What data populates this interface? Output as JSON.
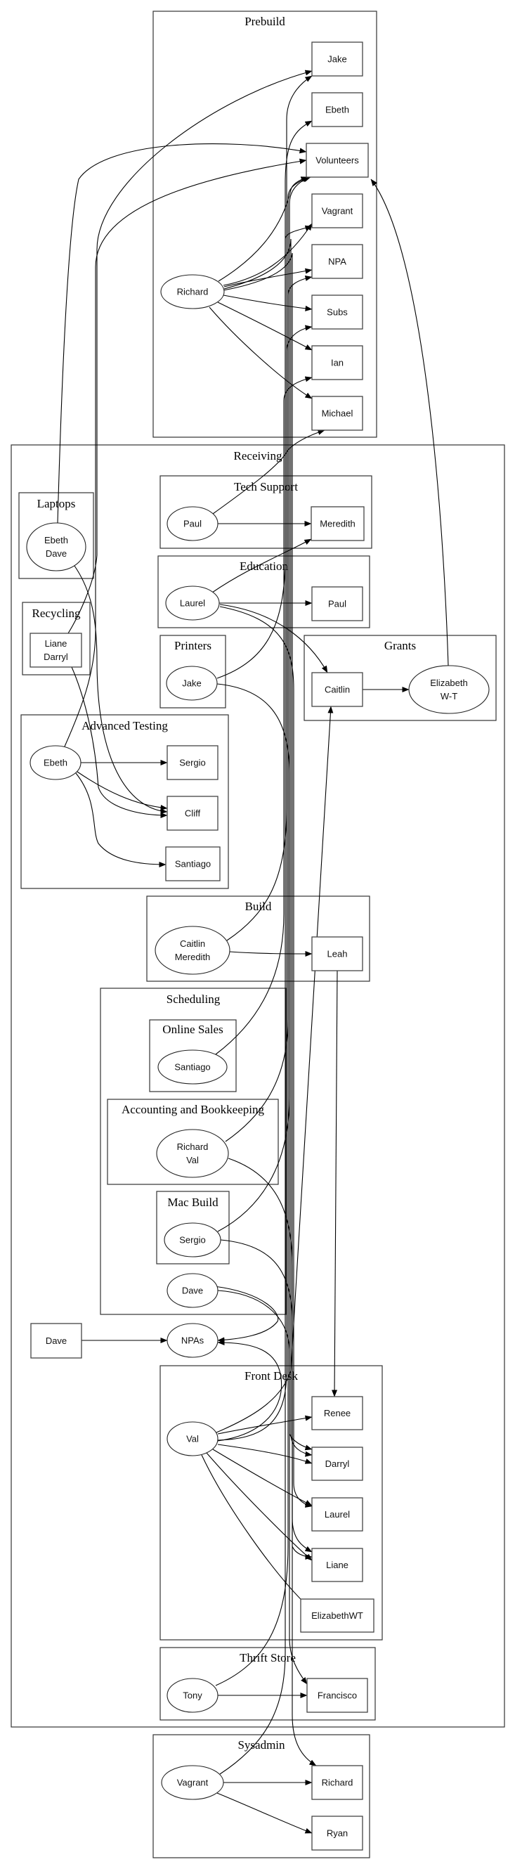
{
  "graph": {
    "clusters": [
      {
        "id": "prebuild",
        "label": "Prebuild"
      },
      {
        "id": "receiving",
        "label": "Receiving"
      },
      {
        "id": "laptops",
        "label": "Laptops"
      },
      {
        "id": "recycling",
        "label": "Recycling"
      },
      {
        "id": "tech_support",
        "label": "Tech Support"
      },
      {
        "id": "education",
        "label": "Education"
      },
      {
        "id": "printers",
        "label": "Printers"
      },
      {
        "id": "grants",
        "label": "Grants"
      },
      {
        "id": "advanced_testing",
        "label": "Advanced Testing"
      },
      {
        "id": "build",
        "label": "Build"
      },
      {
        "id": "scheduling",
        "label": "Scheduling"
      },
      {
        "id": "online_sales",
        "label": "Online Sales"
      },
      {
        "id": "accounting",
        "label": "Accounting and Bookkeeping"
      },
      {
        "id": "mac_build",
        "label": "Mac Build"
      },
      {
        "id": "front_desk",
        "label": "Front Desk"
      },
      {
        "id": "thrift_store",
        "label": "Thrift Store"
      },
      {
        "id": "sysadmin",
        "label": "Sysadmin"
      }
    ],
    "nodes": [
      {
        "id": "pb_jake",
        "label": [
          "Jake"
        ],
        "shape": "box",
        "cluster": "prebuild"
      },
      {
        "id": "pb_ebeth",
        "label": [
          "Ebeth"
        ],
        "shape": "box",
        "cluster": "prebuild"
      },
      {
        "id": "pb_volunteers",
        "label": [
          "Volunteers"
        ],
        "shape": "box",
        "cluster": "prebuild"
      },
      {
        "id": "pb_vagrant",
        "label": [
          "Vagrant"
        ],
        "shape": "box",
        "cluster": "prebuild"
      },
      {
        "id": "pb_npa",
        "label": [
          "NPA"
        ],
        "shape": "box",
        "cluster": "prebuild"
      },
      {
        "id": "pb_subs",
        "label": [
          "Subs"
        ],
        "shape": "box",
        "cluster": "prebuild"
      },
      {
        "id": "pb_ian",
        "label": [
          "Ian"
        ],
        "shape": "box",
        "cluster": "prebuild"
      },
      {
        "id": "pb_michael",
        "label": [
          "Michael"
        ],
        "shape": "box",
        "cluster": "prebuild"
      },
      {
        "id": "pb_richard",
        "label": [
          "Richard"
        ],
        "shape": "ellipse",
        "cluster": "prebuild"
      },
      {
        "id": "lp_ebeth_dave",
        "label": [
          "Ebeth",
          "Dave"
        ],
        "shape": "ellipse",
        "cluster": "laptops"
      },
      {
        "id": "rc_liane_darryl",
        "label": [
          "Liane",
          "Darryl"
        ],
        "shape": "box",
        "cluster": "recycling"
      },
      {
        "id": "ts_paul",
        "label": [
          "Paul"
        ],
        "shape": "ellipse",
        "cluster": "tech_support"
      },
      {
        "id": "ts_meredith",
        "label": [
          "Meredith"
        ],
        "shape": "box",
        "cluster": "tech_support"
      },
      {
        "id": "ed_laurel",
        "label": [
          "Laurel"
        ],
        "shape": "ellipse",
        "cluster": "education"
      },
      {
        "id": "ed_paul",
        "label": [
          "Paul"
        ],
        "shape": "box",
        "cluster": "education"
      },
      {
        "id": "pr_jake",
        "label": [
          "Jake"
        ],
        "shape": "ellipse",
        "cluster": "printers"
      },
      {
        "id": "gr_caitlin",
        "label": [
          "Caitlin"
        ],
        "shape": "box",
        "cluster": "grants"
      },
      {
        "id": "gr_elizabeth",
        "label": [
          "Elizabeth",
          "W-T"
        ],
        "shape": "ellipse",
        "cluster": "grants"
      },
      {
        "id": "at_ebeth",
        "label": [
          "Ebeth"
        ],
        "shape": "ellipse",
        "cluster": "advanced_testing"
      },
      {
        "id": "at_sergio",
        "label": [
          "Sergio"
        ],
        "shape": "box",
        "cluster": "advanced_testing"
      },
      {
        "id": "at_cliff",
        "label": [
          "Cliff"
        ],
        "shape": "box",
        "cluster": "advanced_testing"
      },
      {
        "id": "at_santiago",
        "label": [
          "Santiago"
        ],
        "shape": "box",
        "cluster": "advanced_testing"
      },
      {
        "id": "bd_caitlin_meredith",
        "label": [
          "Caitlin",
          "Meredith"
        ],
        "shape": "ellipse",
        "cluster": "build"
      },
      {
        "id": "bd_leah",
        "label": [
          "Leah"
        ],
        "shape": "box",
        "cluster": "build"
      },
      {
        "id": "os_santiago",
        "label": [
          "Santiago"
        ],
        "shape": "ellipse",
        "cluster": "online_sales"
      },
      {
        "id": "ac_richard_val",
        "label": [
          "Richard",
          "Val"
        ],
        "shape": "ellipse",
        "cluster": "accounting"
      },
      {
        "id": "mb_sergio",
        "label": [
          "Sergio"
        ],
        "shape": "ellipse",
        "cluster": "mac_build"
      },
      {
        "id": "sc_dave",
        "label": [
          "Dave"
        ],
        "shape": "ellipse",
        "cluster": "scheduling"
      },
      {
        "id": "rv_dave",
        "label": [
          "Dave"
        ],
        "shape": "box",
        "cluster": "receiving"
      },
      {
        "id": "rv_npas",
        "label": [
          "NPAs"
        ],
        "shape": "ellipse",
        "cluster": "receiving"
      },
      {
        "id": "fd_val",
        "label": [
          "Val"
        ],
        "shape": "ellipse",
        "cluster": "front_desk"
      },
      {
        "id": "fd_renee",
        "label": [
          "Renee"
        ],
        "shape": "box",
        "cluster": "front_desk"
      },
      {
        "id": "fd_darryl",
        "label": [
          "Darryl"
        ],
        "shape": "box",
        "cluster": "front_desk"
      },
      {
        "id": "fd_laurel",
        "label": [
          "Laurel"
        ],
        "shape": "box",
        "cluster": "front_desk"
      },
      {
        "id": "fd_liane",
        "label": [
          "Liane"
        ],
        "shape": "box",
        "cluster": "front_desk"
      },
      {
        "id": "fd_elizabethwt",
        "label": [
          "ElizabethWT"
        ],
        "shape": "box",
        "cluster": "front_desk"
      },
      {
        "id": "th_tony",
        "label": [
          "Tony"
        ],
        "shape": "ellipse",
        "cluster": "thrift_store"
      },
      {
        "id": "th_francisco",
        "label": [
          "Francisco"
        ],
        "shape": "box",
        "cluster": "thrift_store"
      },
      {
        "id": "sy_vagrant",
        "label": [
          "Vagrant"
        ],
        "shape": "ellipse",
        "cluster": "sysadmin"
      },
      {
        "id": "sy_richard",
        "label": [
          "Richard"
        ],
        "shape": "box",
        "cluster": "sysadmin"
      },
      {
        "id": "sy_ryan",
        "label": [
          "Ryan"
        ],
        "shape": "box",
        "cluster": "sysadmin"
      }
    ],
    "edges": [
      {
        "from": "pb_richard",
        "to": "pb_npa"
      },
      {
        "from": "pb_richard",
        "to": "pb_subs"
      },
      {
        "from": "pb_richard",
        "to": "pb_ian"
      },
      {
        "from": "pb_richard",
        "to": "pb_michael"
      },
      {
        "from": "pb_richard",
        "to": "pb_volunteers"
      },
      {
        "from": "pb_richard",
        "to": "pb_vagrant"
      },
      {
        "from": "pb_richard",
        "to": "fd_darryl"
      },
      {
        "from": "pb_richard",
        "to": "fd_liane"
      },
      {
        "from": "lp_ebeth_dave",
        "to": "pb_volunteers"
      },
      {
        "from": "lp_ebeth_dave",
        "to": "at_cliff"
      },
      {
        "from": "rc_liane_darryl",
        "to": "pb_jake"
      },
      {
        "from": "rc_liane_darryl",
        "to": "at_cliff"
      },
      {
        "from": "ts_paul",
        "to": "ts_meredith"
      },
      {
        "from": "ts_paul",
        "to": "pb_michael"
      },
      {
        "from": "ed_laurel",
        "to": "ed_paul"
      },
      {
        "from": "ed_laurel",
        "to": "ts_meredith"
      },
      {
        "from": "ed_laurel",
        "to": "gr_caitlin"
      },
      {
        "from": "ed_laurel",
        "to": "fd_laurel"
      },
      {
        "from": "pr_jake",
        "to": "pb_ebeth"
      },
      {
        "from": "pr_jake",
        "to": "th_francisco"
      },
      {
        "from": "gr_caitlin",
        "to": "gr_elizabeth"
      },
      {
        "from": "gr_elizabeth",
        "to": "pb_volunteers"
      },
      {
        "from": "at_ebeth",
        "to": "at_sergio"
      },
      {
        "from": "at_ebeth",
        "to": "at_cliff"
      },
      {
        "from": "at_ebeth",
        "to": "at_santiago"
      },
      {
        "from": "at_ebeth",
        "to": "pb_volunteers"
      },
      {
        "from": "bd_caitlin_meredith",
        "to": "bd_leah"
      },
      {
        "from": "bd_caitlin_meredith",
        "to": "pb_subs"
      },
      {
        "from": "os_santiago",
        "to": "pb_ian"
      },
      {
        "from": "ac_richard_val",
        "to": "pb_npa"
      },
      {
        "from": "ac_richard_val",
        "to": "sy_richard"
      },
      {
        "from": "mb_sergio",
        "to": "pb_volunteers"
      },
      {
        "from": "mb_sergio",
        "to": "fd_liane"
      },
      {
        "from": "sc_dave",
        "to": "fd_darryl"
      },
      {
        "from": "sc_dave",
        "to": "rv_npas"
      },
      {
        "from": "rv_dave",
        "to": "rv_npas"
      },
      {
        "from": "fd_val",
        "to": "fd_renee"
      },
      {
        "from": "fd_val",
        "to": "fd_darryl"
      },
      {
        "from": "fd_val",
        "to": "fd_laurel"
      },
      {
        "from": "fd_val",
        "to": "fd_liane"
      },
      {
        "from": "fd_val",
        "to": "fd_elizabethwt"
      },
      {
        "from": "fd_val",
        "to": "gr_caitlin"
      },
      {
        "from": "fd_val",
        "to": "pb_jake"
      },
      {
        "from": "fd_val",
        "to": "rv_npas"
      },
      {
        "from": "bd_leah",
        "to": "fd_renee"
      },
      {
        "from": "th_tony",
        "to": "th_francisco"
      },
      {
        "from": "th_tony",
        "to": "pb_volunteers"
      },
      {
        "from": "sy_vagrant",
        "to": "sy_richard"
      },
      {
        "from": "sy_vagrant",
        "to": "sy_ryan"
      },
      {
        "from": "sy_vagrant",
        "to": "pb_vagrant"
      }
    ]
  }
}
